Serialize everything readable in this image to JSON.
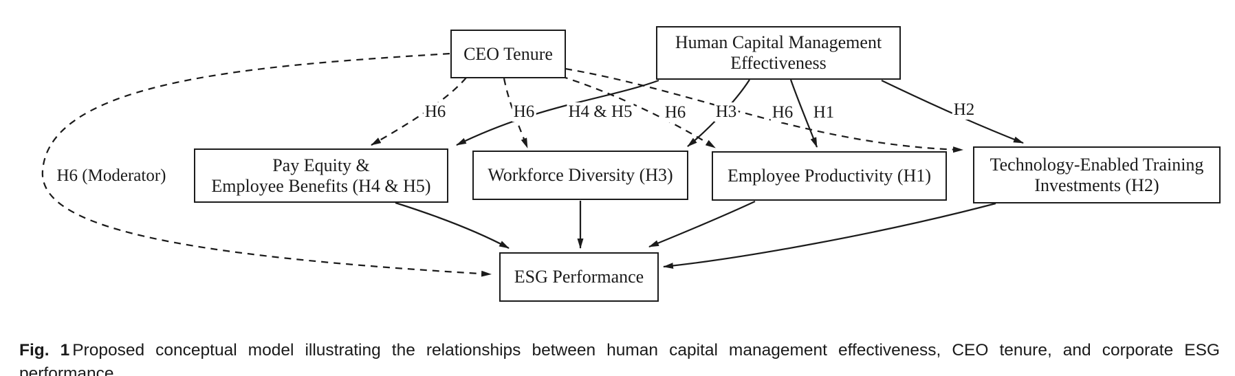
{
  "figure": {
    "nodes": {
      "ceo": {
        "label": "CEO Tenure"
      },
      "hcm": {
        "line1": "Human Capital Management",
        "line2": "Effectiveness"
      },
      "pay": {
        "line1": "Pay Equity &",
        "line2": "Employee Benefits (H4 & H5)"
      },
      "wfd": {
        "label": "Workforce Diversity (H3)"
      },
      "emp": {
        "label": "Employee Productivity (H1)"
      },
      "tech": {
        "line1": "Technology-Enabled Training",
        "line2": "Investments (H2)"
      },
      "esg": {
        "label": "ESG Performance"
      }
    },
    "edges": [
      {
        "from": "ceo",
        "to": "pay",
        "label": "H6",
        "style": "dashed"
      },
      {
        "from": "ceo",
        "to": "wfd",
        "label": "H6",
        "style": "dashed"
      },
      {
        "from": "hcm",
        "to": "pay",
        "label": "H4 & H5",
        "style": "solid"
      },
      {
        "from": "ceo",
        "to": "emp",
        "label": "H6",
        "style": "dashed"
      },
      {
        "from": "hcm",
        "to": "wfd",
        "label": "H3",
        "style": "solid"
      },
      {
        "from": "ceo",
        "to": "tech",
        "label": "H6",
        "style": "dashed"
      },
      {
        "from": "hcm",
        "to": "emp",
        "label": "H1",
        "style": "solid"
      },
      {
        "from": "hcm",
        "to": "tech",
        "label": "H2",
        "style": "solid"
      },
      {
        "from": "ceo",
        "to": "esg",
        "label": "H6 (Moderator)",
        "style": "dashed"
      },
      {
        "from": "pay",
        "to": "esg",
        "label": "",
        "style": "solid"
      },
      {
        "from": "wfd",
        "to": "esg",
        "label": "",
        "style": "solid"
      },
      {
        "from": "emp",
        "to": "esg",
        "label": "",
        "style": "solid"
      },
      {
        "from": "tech",
        "to": "esg",
        "label": "",
        "style": "solid"
      }
    ],
    "colors": {
      "line": "#1b1b1b",
      "box_fill": "#ffffff",
      "box_border": "#1b1b1b",
      "background": "#ffffff"
    }
  },
  "caption": {
    "tag": "Fig. 1",
    "text": "Proposed conceptual model illustrating the relationships between human capital management effectiveness, CEO tenure, and corporate ESG performance."
  }
}
